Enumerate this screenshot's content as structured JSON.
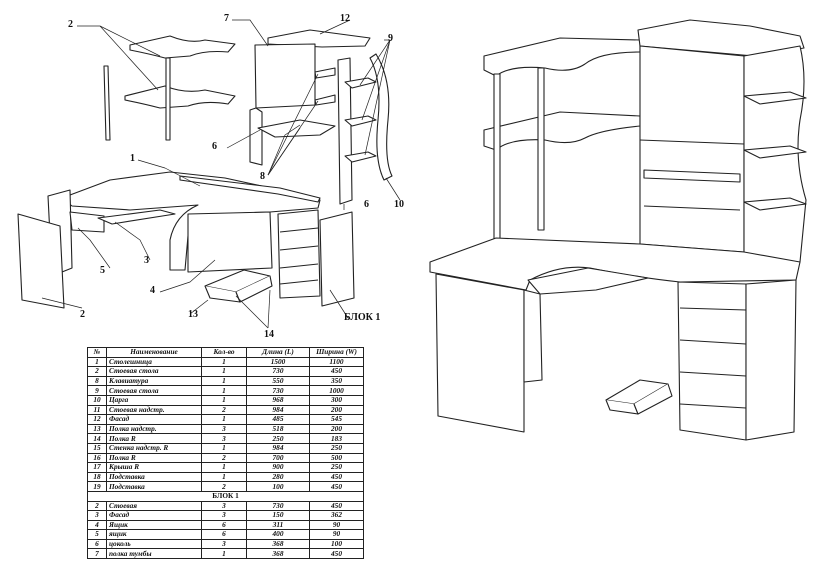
{
  "callouts": {
    "c1": "1",
    "c2a": "2",
    "c2b": "2",
    "c3": "3",
    "c4": "4",
    "c5": "5",
    "c6a": "6",
    "c6b": "6",
    "c7": "7",
    "c8": "8",
    "c9": "9",
    "c10": "10",
    "c12": "12",
    "c13": "13",
    "c14": "14",
    "blok": "БЛОК 1"
  },
  "table": {
    "headers": [
      "№",
      "Наименование",
      "Кол-во",
      "Длина (L)",
      "Ширина (W)"
    ],
    "rows": [
      [
        "1",
        "Столешница",
        "1",
        "1500",
        "1100"
      ],
      [
        "2",
        "Стоевая стола",
        "1",
        "730",
        "450"
      ],
      [
        "8",
        "Клавиатура",
        "1",
        "550",
        "350"
      ],
      [
        "9",
        "Стоевая стола",
        "1",
        "730",
        "1000"
      ],
      [
        "10",
        "Царга",
        "1",
        "968",
        "300"
      ],
      [
        "11",
        "Стоевая надстр.",
        "2",
        "984",
        "200"
      ],
      [
        "12",
        "Фасад",
        "1",
        "485",
        "545"
      ],
      [
        "13",
        "Полка надстр.",
        "3",
        "518",
        "200"
      ],
      [
        "14",
        "Полка R",
        "3",
        "250",
        "183"
      ],
      [
        "15",
        "Стенка надстр. R",
        "1",
        "984",
        "250"
      ],
      [
        "16",
        "Полка R",
        "2",
        "700",
        "500"
      ],
      [
        "17",
        "Крыша R",
        "1",
        "900",
        "250"
      ],
      [
        "18",
        "Подставка",
        "1",
        "280",
        "450"
      ],
      [
        "19",
        "Подставка",
        "2",
        "100",
        "450"
      ]
    ],
    "section_title": "БЛОК 1",
    "block_rows": [
      [
        "2",
        "Стоевая",
        "3",
        "730",
        "450"
      ],
      [
        "3",
        "Фасад",
        "3",
        "150",
        "362"
      ],
      [
        "4",
        "Ящик",
        "6",
        "311",
        "90"
      ],
      [
        "5",
        "ящик",
        "6",
        "400",
        "90"
      ],
      [
        "6",
        "цоколь",
        "3",
        "368",
        "100"
      ],
      [
        "7",
        "полка тумбы",
        "1",
        "368",
        "450"
      ]
    ]
  }
}
